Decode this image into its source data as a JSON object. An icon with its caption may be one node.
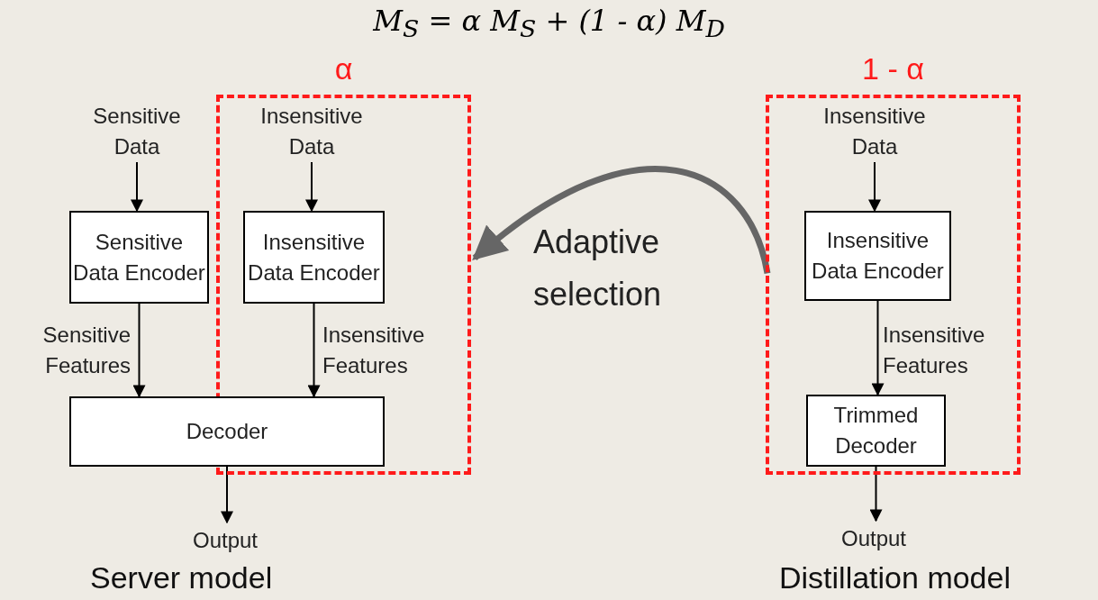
{
  "diagram": {
    "title": "M$_{S}$ = α M$_{S}$ + (1 - α) M$_{D}$",
    "nodes": [
      {
        "text": [
          "Sensitive Data"
        ]
      },
      {
        "text": [
          "α"
        ]
      },
      {
        "text": [
          "Insensitive Data"
        ],
        "in": 1
      },
      {
        "text": [
          "Sensitive Data Encoder"
        ]
      },
      {
        "text": [
          "Insensitive Data Encoder"
        ],
        "in": 1
      },
      {
        "text": [
          "Decoder"
        ]
      },
      {
        "text": [
          "Output"
        ]
      },
      {
        "text": [
          "1 - α"
        ]
      },
      {
        "text": [
          "Insensitive Data"
        ],
        "in": 7
      },
      {
        "text": [
          "Insensitive Data Encoder"
        ],
        "in": 7
      },
      {
        "text": [
          "Trimmed Decoder"
        ],
        "in": 7
      },
      {
        "text": [
          "Output"
        ]
      }
    ],
    "edges": [
      {
        "from": 0,
        "to": 3,
        "arrow": "to"
      },
      {
        "from": 2,
        "to": 4,
        "arrow": "to"
      },
      {
        "from": 3,
        "to": 5,
        "arrow": "to",
        "label": "Sensitive Features"
      },
      {
        "from": 4,
        "to": 5,
        "arrow": "to",
        "label": "Insensitive Features"
      },
      {
        "from": 5,
        "to": 6,
        "arrow": "to"
      },
      {
        "from": 8,
        "to": 9,
        "arrow": "to"
      },
      {
        "from": 9,
        "to": 10,
        "arrow": "to",
        "label": "Insensitive Features"
      },
      {
        "from": 10,
        "to": 11,
        "arrow": "to"
      },
      {
        "from": 7,
        "to": 1,
        "arrow": "to",
        "label": "Adaptive selection",
        "style": "thick",
        "color": "#666666"
      }
    ],
    "labels": [
      "Server model",
      "Distillation model"
    ]
  }
}
